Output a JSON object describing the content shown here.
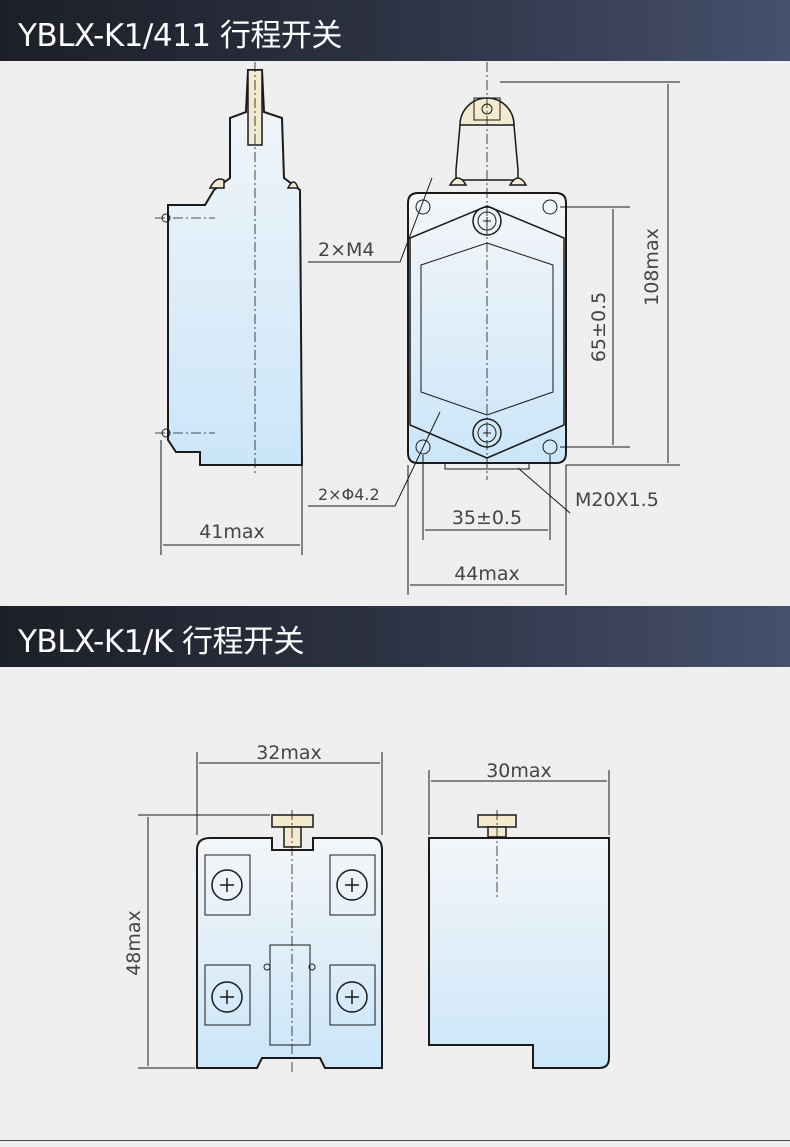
{
  "section1": {
    "title": "YBLX-K1/411 行程开关",
    "dimensions": {
      "thread_holes": "2×M4",
      "mount_holes": "2×Φ4.2",
      "conduit": "M20X1.5",
      "hole_spacing_w": "35±0.5",
      "width": "44max",
      "depth": "41max",
      "hole_spacing_h": "65±0.5",
      "height": "108max"
    }
  },
  "section2": {
    "title": "YBLX-K1/K 行程开关",
    "dimensions": {
      "width": "32max",
      "depth": "30max",
      "height": "48max"
    }
  },
  "colors": {
    "header_dark": "#1d1f27",
    "header_light": "#46506c",
    "body_fill": "#cfe7f8"
  }
}
